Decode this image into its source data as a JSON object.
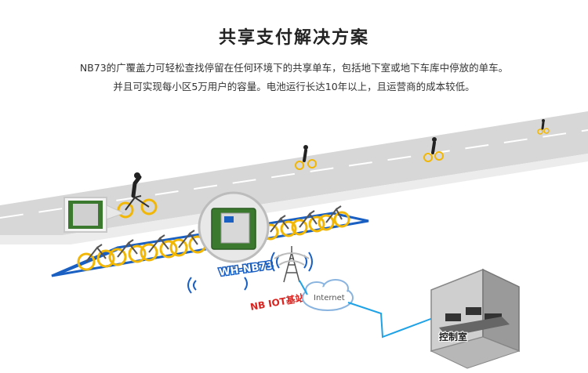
{
  "header": {
    "title": "共享支付解决方案",
    "description_line1": "NB73的广覆盖力可轻松查找停留在任何环境下的共享单车，包括地下室或地下车库中停放的单车。",
    "description_line2": "并且可实现每小区5万用户的容量。电池运行长达10年以上，且运营商的成本较低。"
  },
  "labels": {
    "module": "WH-NB73",
    "base_station": "NB IOT基站",
    "internet": "Internet",
    "control_room": "控制室"
  },
  "colors": {
    "accent_blue": "#1a5fc2",
    "link_blue": "#1fa2e6",
    "label_red": "#d9231f",
    "road": "#d9d9d9",
    "bike_yellow": "#f2b705",
    "module_green": "#3b7a2e"
  }
}
